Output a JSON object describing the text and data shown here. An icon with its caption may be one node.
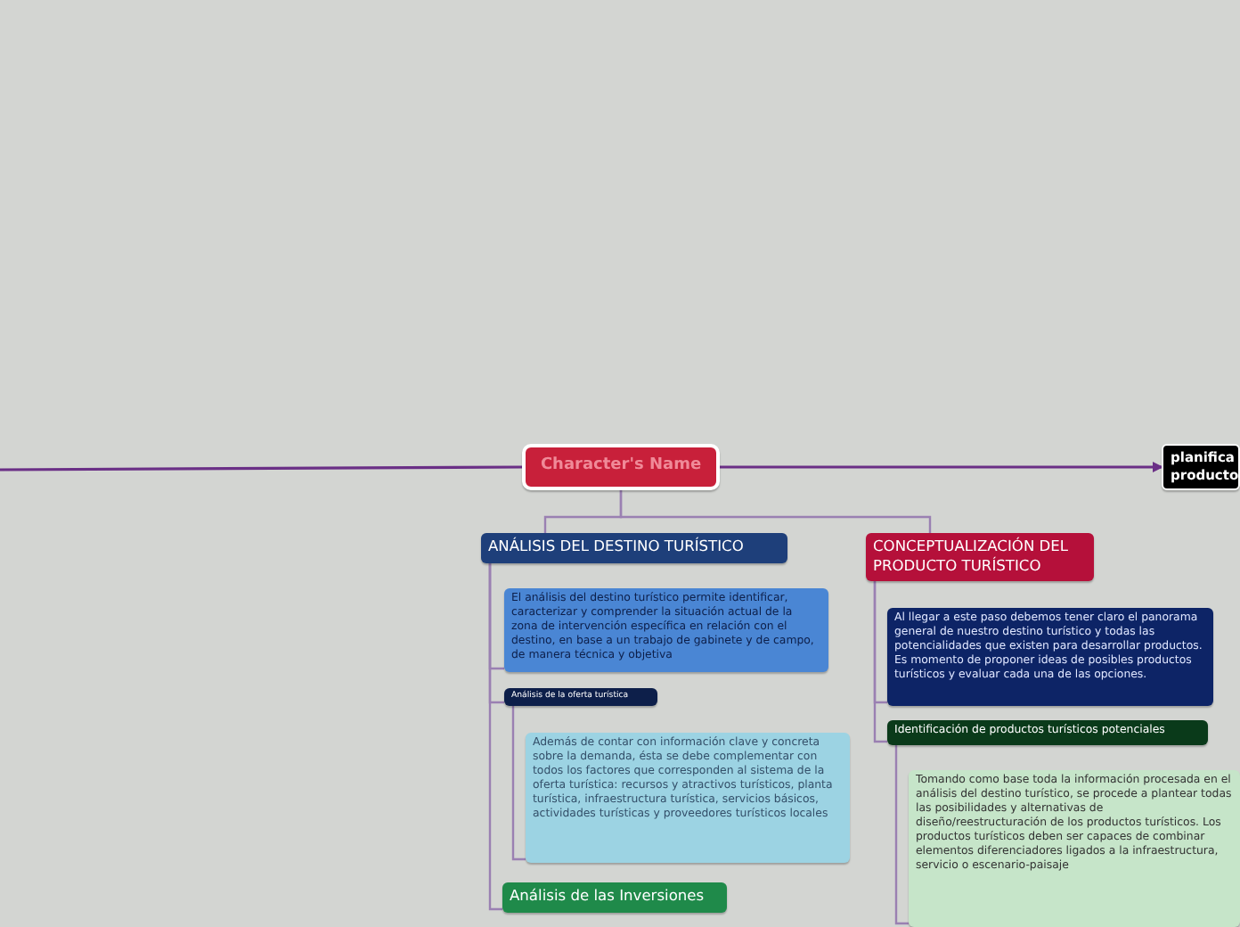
{
  "diagram": {
    "nodes": [
      {
        "text": [
          "Character's Name"
        ]
      },
      {
        "text": [
          "planifica producto"
        ]
      },
      {
        "text": [
          "ANÁLISIS DEL DESTINO TURÍSTICO"
        ]
      },
      {
        "text": [
          "El análisis del destino turístico permite identificar, caracterizar y comprender la situación actual de la zona de intervención específica en relación con el destino, en base a un trabajo de gabinete y de campo, de manera técnica y objetiva"
        ]
      },
      {
        "text": [
          "Análisis de la oferta turística"
        ]
      },
      {
        "text": [
          "Además de contar con información clave y concreta sobre la demanda, ésta se debe complementar con todos los factores que corresponden al sistema de la oferta turística: recursos y atractivos turísticos, planta turística, infraestructura turística, servicios básicos, actividades turísticas y proveedores turísticos locales"
        ]
      },
      {
        "text": [
          "Análisis de las Inversiones"
        ]
      },
      {
        "text": [
          "CONCEPTUALIZACIÓN DEL PRODUCTO TURÍSTICO"
        ]
      },
      {
        "text": [
          "Al llegar a este paso debemos tener claro el panorama general de nuestro destino turístico y todas las potencialidades que existen para desarrollar productos. Es momento de proponer ideas de posibles productos turísticos y evaluar cada una de las opciones."
        ]
      },
      {
        "text": [
          "Identificación de productos turísticos potenciales"
        ]
      },
      {
        "text": [
          "Tomando como base toda la información procesada en el análisis del destino turístico, se procede a plantear todas las posibilidades y alternativas de diseño/reestructuración de los productos turísticos. Los productos turísticos deben ser capaces de combinar elementos diferenciadores ligados a la infraestructura, servicio o escenario-paisaje"
        ]
      }
    ],
    "edges": [
      {
        "from": null,
        "to": 0,
        "arrow": "none",
        "color": "#6a2f86"
      },
      {
        "from": 0,
        "to": 1,
        "arrow": "to",
        "color": "#6a2f86"
      },
      {
        "from": 0,
        "to": 2,
        "arrow": "none"
      },
      {
        "from": 0,
        "to": 7,
        "arrow": "none"
      },
      {
        "from": 2,
        "to": 3,
        "arrow": "none"
      },
      {
        "from": 2,
        "to": 4,
        "arrow": "none"
      },
      {
        "from": 4,
        "to": 5,
        "arrow": "none"
      },
      {
        "from": 2,
        "to": 6,
        "arrow": "none"
      },
      {
        "from": 7,
        "to": 8,
        "arrow": "none"
      },
      {
        "from": 7,
        "to": 9,
        "arrow": "none"
      },
      {
        "from": 9,
        "to": 10,
        "arrow": "none"
      }
    ]
  }
}
